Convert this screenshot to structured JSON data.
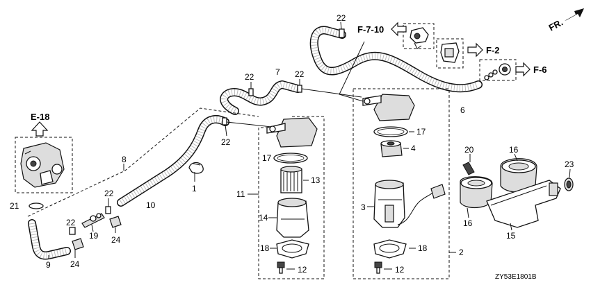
{
  "direction_marker": "FR.",
  "references": {
    "e18": "E-18",
    "f710": "F-7-10",
    "f2": "F-2",
    "f6": "F-6"
  },
  "callouts": {
    "c1": "1",
    "c2": "2",
    "c3": "3",
    "c4": "4",
    "c6": "6",
    "c7": "7",
    "c8": "8",
    "c9": "9",
    "c10": "10",
    "c11": "11",
    "c12a": "12",
    "c12b": "12",
    "c13": "13",
    "c14": "14",
    "c15": "15",
    "c16a": "16",
    "c16b": "16",
    "c17a": "17",
    "c17b": "17",
    "c18a": "18",
    "c18b": "18",
    "c19": "19",
    "c20": "20",
    "c21": "21",
    "c22a": "22",
    "c22b": "22",
    "c22c": "22",
    "c22d": "22",
    "c22e": "22",
    "c22f": "22",
    "c23": "23",
    "c24a": "24",
    "c24b": "24"
  },
  "diagram_code": "ZY53E1801B"
}
